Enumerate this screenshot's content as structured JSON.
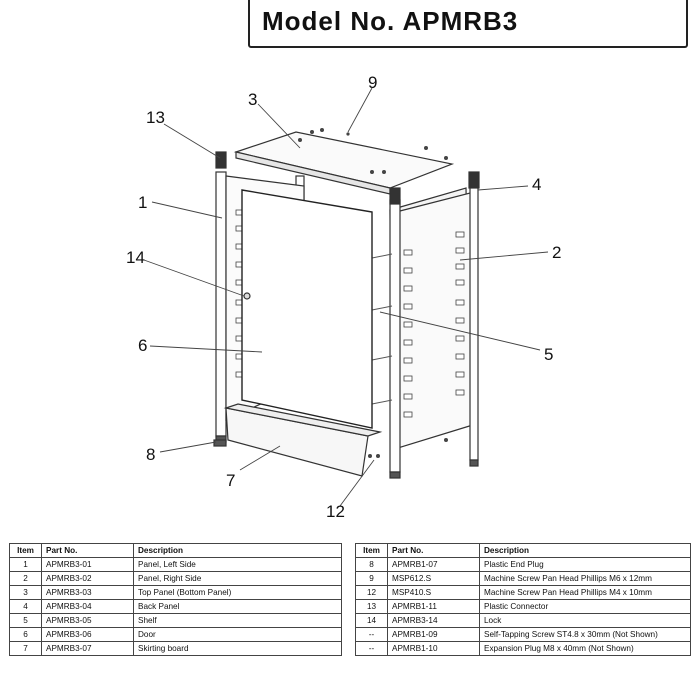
{
  "title": "Model No. APMRB3",
  "callouts": [
    {
      "id": "c1",
      "label": "1"
    },
    {
      "id": "c2",
      "label": "2"
    },
    {
      "id": "c3",
      "label": "3"
    },
    {
      "id": "c4",
      "label": "4"
    },
    {
      "id": "c5",
      "label": "5"
    },
    {
      "id": "c6",
      "label": "6"
    },
    {
      "id": "c7",
      "label": "7"
    },
    {
      "id": "c8",
      "label": "8"
    },
    {
      "id": "c9",
      "label": "9"
    },
    {
      "id": "c12",
      "label": "12"
    },
    {
      "id": "c13",
      "label": "13"
    },
    {
      "id": "c14",
      "label": "14"
    }
  ],
  "table_headers": {
    "item": "Item",
    "part_no": "Part No.",
    "description": "Description"
  },
  "left_table": [
    {
      "item": "1",
      "part_no": "APMRB3-01",
      "description": "Panel, Left Side"
    },
    {
      "item": "2",
      "part_no": "APMRB3-02",
      "description": "Panel, Right Side"
    },
    {
      "item": "3",
      "part_no": "APMRB3-03",
      "description": "Top Panel (Bottom Panel)"
    },
    {
      "item": "4",
      "part_no": "APMRB3-04",
      "description": "Back Panel"
    },
    {
      "item": "5",
      "part_no": "APMRB3-05",
      "description": "Shelf"
    },
    {
      "item": "6",
      "part_no": "APMRB3-06",
      "description": "Door"
    },
    {
      "item": "7",
      "part_no": "APMRB3-07",
      "description": "Skirting board"
    }
  ],
  "right_table": [
    {
      "item": "8",
      "part_no": "APMRB1-07",
      "description": "Plastic End Plug"
    },
    {
      "item": "9",
      "part_no": "MSP612.S",
      "description": "Machine Screw Pan Head Phillips M6 x 12mm"
    },
    {
      "item": "12",
      "part_no": "MSP410.S",
      "description": "Machine Screw Pan Head Phillips M4 x 10mm"
    },
    {
      "item": "13",
      "part_no": "APMRB1-11",
      "description": "Plastic Connector"
    },
    {
      "item": "14",
      "part_no": "APMRB3-14",
      "description": "Lock"
    },
    {
      "item": "--",
      "part_no": "APMRB1-09",
      "description": "Self-Tapping Screw ST4.8 x 30mm (Not Shown)"
    },
    {
      "item": "--",
      "part_no": "APMRB1-10",
      "description": "Expansion Plug M8 x 40mm (Not Shown)"
    }
  ]
}
